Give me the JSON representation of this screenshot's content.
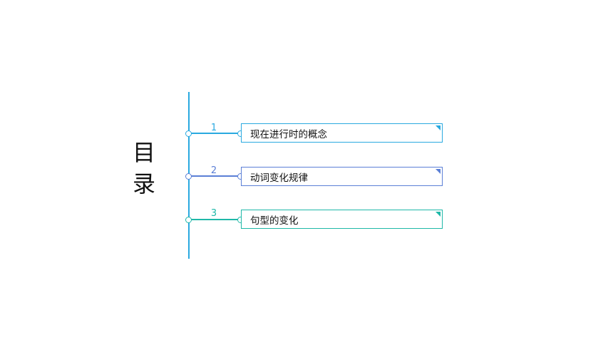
{
  "title": [
    "目",
    "录"
  ],
  "colors": {
    "spine": "#2aa9e0",
    "item_1": "#2aa9e0",
    "item_2": "#5b7fd6",
    "item_3": "#1fb8a8"
  },
  "items": [
    {
      "number": "1",
      "label": "现在进行时的概念"
    },
    {
      "number": "2",
      "label": "动词变化规律"
    },
    {
      "number": "3",
      "label": "句型的变化"
    }
  ]
}
